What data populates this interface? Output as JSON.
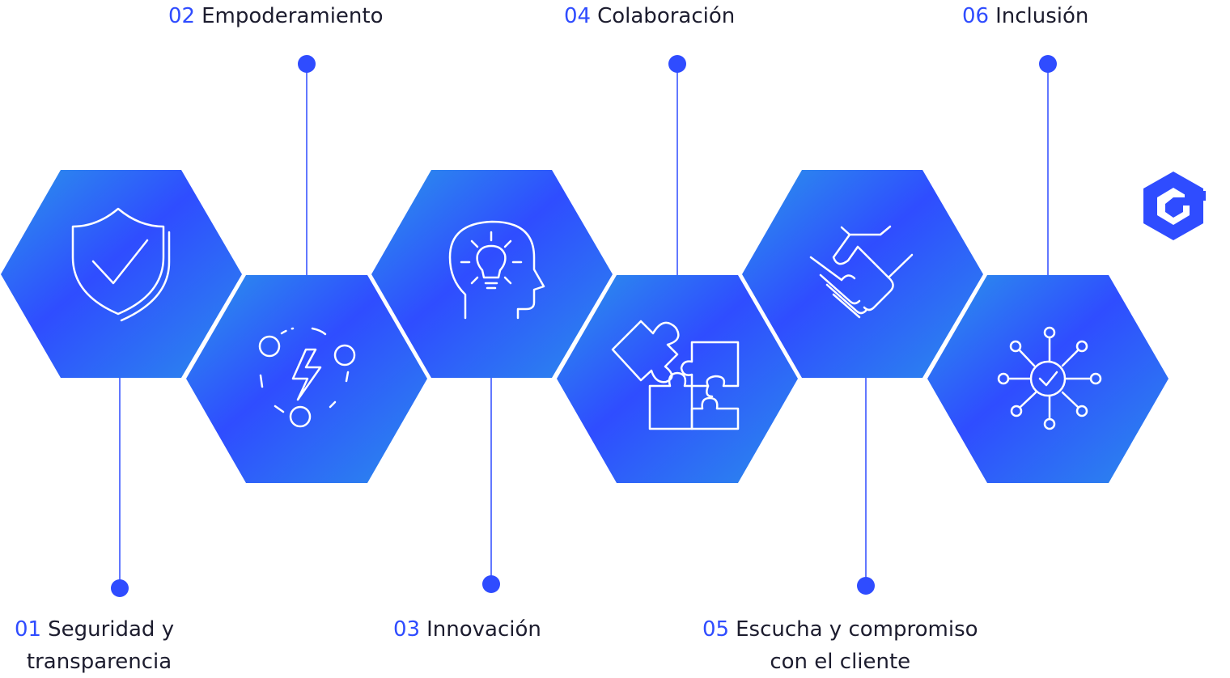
{
  "values": [
    {
      "number": "01",
      "line1": "Seguridad y",
      "line2": "transparencia",
      "icon": "shield-check-icon"
    },
    {
      "number": "02",
      "line1": "Empoderamiento",
      "line2": "",
      "icon": "lightning-network-icon"
    },
    {
      "number": "03",
      "line1": "Innovación",
      "line2": "",
      "icon": "head-lightbulb-icon"
    },
    {
      "number": "04",
      "line1": "Colaboración",
      "line2": "",
      "icon": "puzzle-pieces-icon"
    },
    {
      "number": "05",
      "line1": "Escucha y compromiso",
      "line2": "con el cliente",
      "icon": "handshake-icon"
    },
    {
      "number": "06",
      "line1": "Inclusión",
      "line2": "",
      "icon": "network-check-icon"
    }
  ],
  "logo": {
    "icon": "hexagon-g-logo-icon"
  },
  "colors": {
    "accent": "#2f4cff",
    "gradient_light": "#2b8cec",
    "gradient_dark": "#2f4dff",
    "text": "#1c1c2e"
  }
}
